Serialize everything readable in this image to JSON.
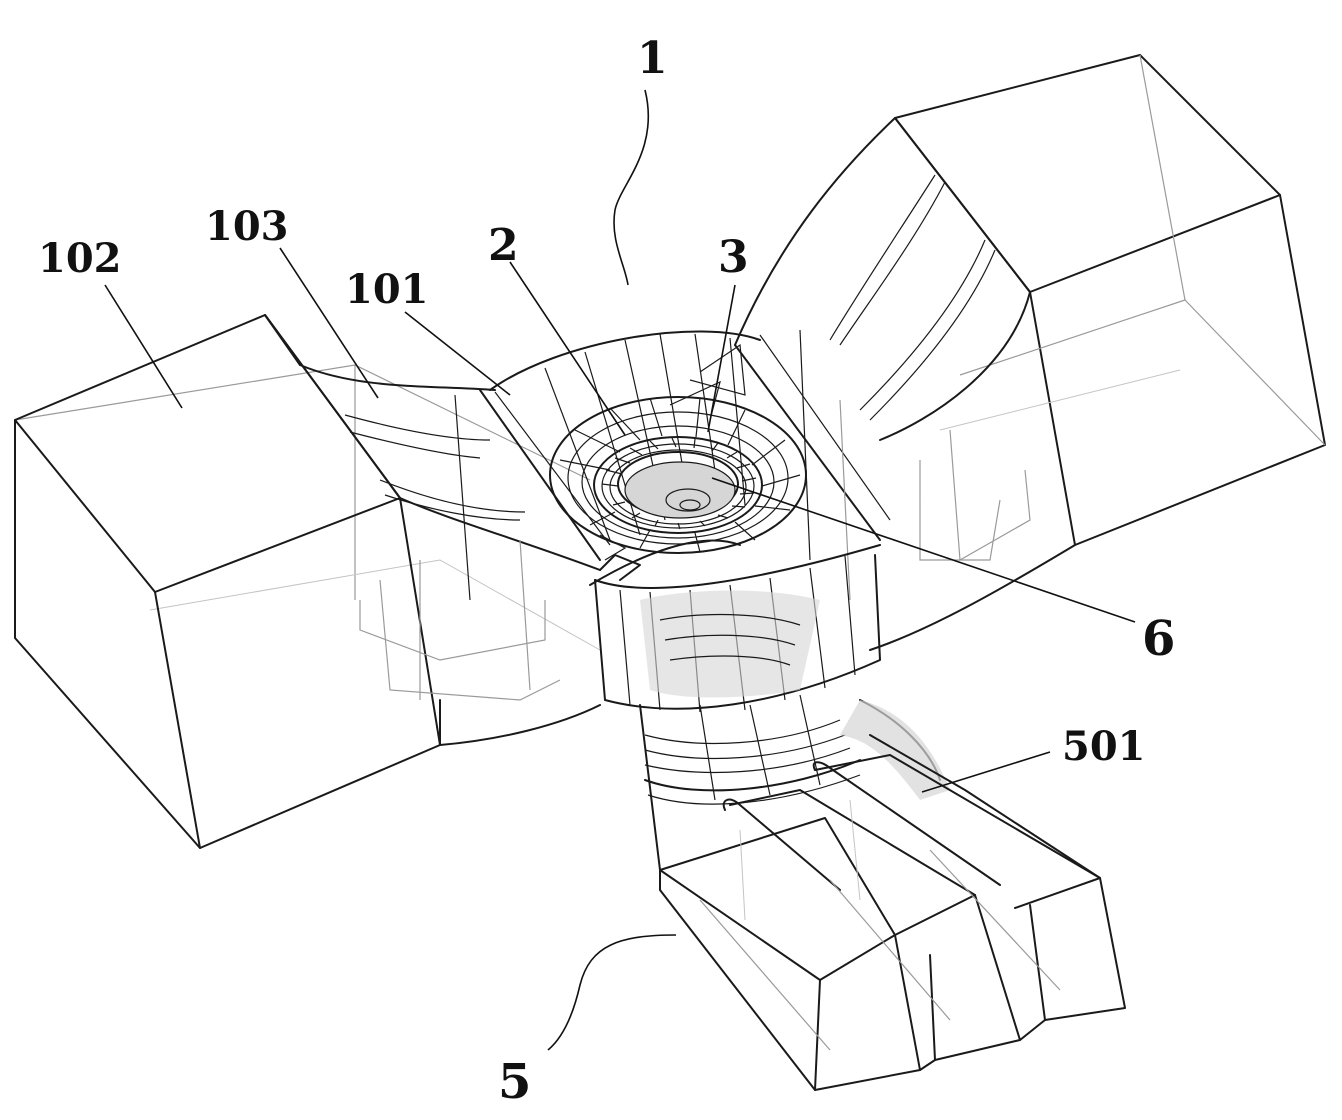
{
  "labels": {
    "l1": "1",
    "l2": "2",
    "l3": "3",
    "l5": "5",
    "l6": "6",
    "l101": "101",
    "l102": "102",
    "l103": "103",
    "l501": "501"
  },
  "colors": {
    "line": "#1a1a1a",
    "hidden_line": "#9a9a9a",
    "shading": "#d6d6d6",
    "background": "#ffffff"
  }
}
